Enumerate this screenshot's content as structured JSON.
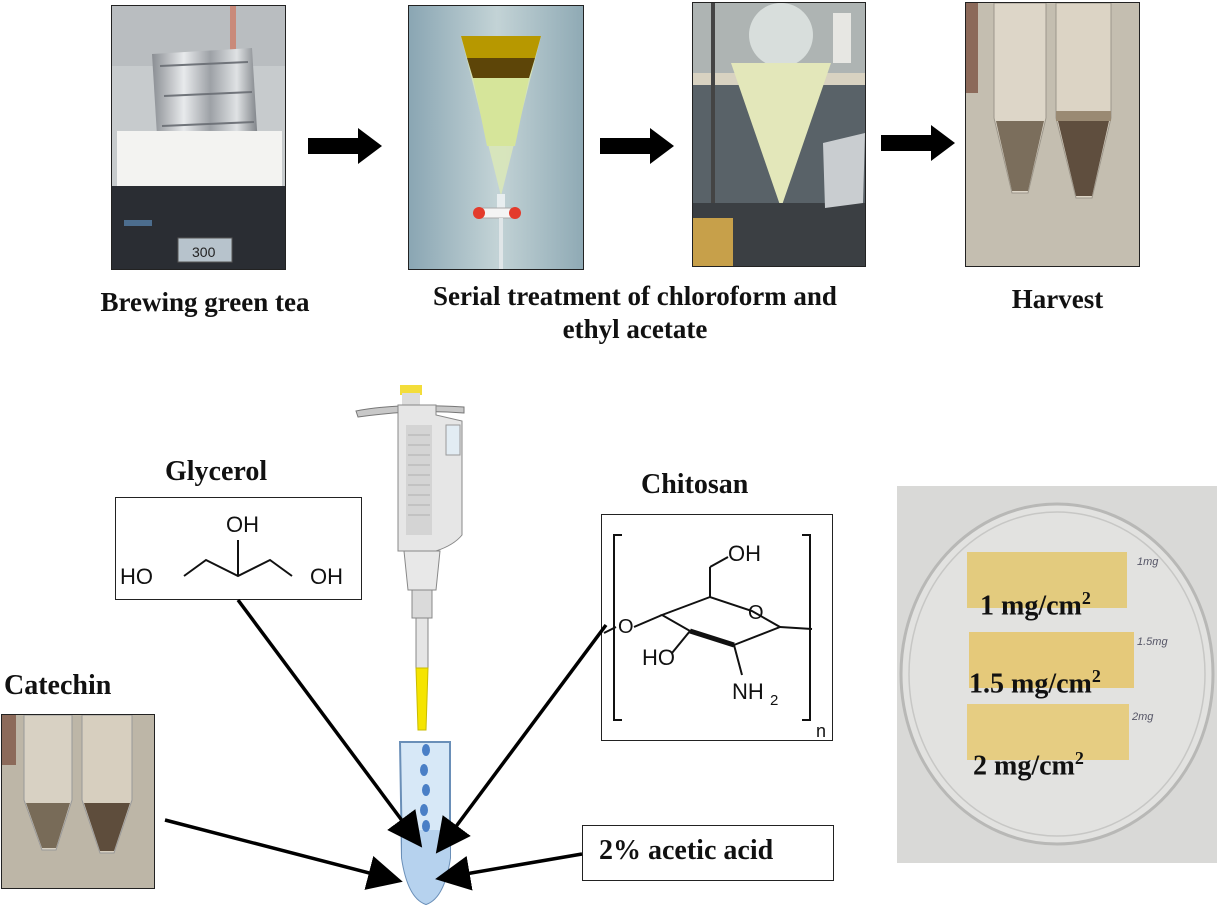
{
  "steps": [
    {
      "caption": "Brewing green tea",
      "photo": "green tea brewing in foil-wrapped beaker on hot plate",
      "display_value": "300"
    },
    {
      "caption": "Serial treatment of chloroform and ethyl acetate",
      "photo": "separatory funnel extraction"
    },
    {
      "caption": "Harvest",
      "photo": "catechin precipitate in conical tubes"
    }
  ],
  "ingredients": {
    "glycerol": {
      "label": "Glycerol",
      "structure": {
        "top": "OH",
        "left": "HO",
        "right": "OH"
      }
    },
    "chitosan": {
      "label": "Chitosan",
      "structure": {
        "oh": "OH",
        "o_left": "O",
        "ho": "HO",
        "nh2": "NH",
        "nh2_sub": "2",
        "ring_o": "O",
        "repeat": "n"
      }
    },
    "catechin": {
      "label": "Catechin"
    },
    "acetic_acid": {
      "label": "2% acetic acid"
    }
  },
  "films": [
    {
      "label": "1 mg/cm",
      "sup": "2",
      "note": "1mg"
    },
    {
      "label": "1.5 mg/cm",
      "sup": "2",
      "note": "1.5mg"
    },
    {
      "label": "2 mg/cm",
      "sup": "2",
      "note": "2mg"
    }
  ],
  "colors": {
    "arrow": "#000000",
    "film": "#e3cb7e",
    "pipette_tip": "#f5e400",
    "droplet": "#4a7fc6",
    "tube": "#d7e8f7"
  }
}
